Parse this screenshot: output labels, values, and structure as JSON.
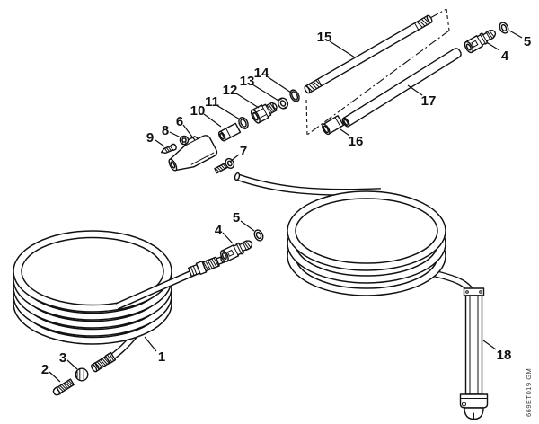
{
  "diagram": {
    "watermark": "669ET019 GM",
    "part_labels": [
      "1",
      "2",
      "3",
      "4",
      "5",
      "6",
      "7",
      "8",
      "9",
      "10",
      "11",
      "12",
      "13",
      "14",
      "15",
      "16",
      "17",
      "18"
    ]
  },
  "colors": {
    "line": "#111111",
    "background": "#ffffff"
  }
}
